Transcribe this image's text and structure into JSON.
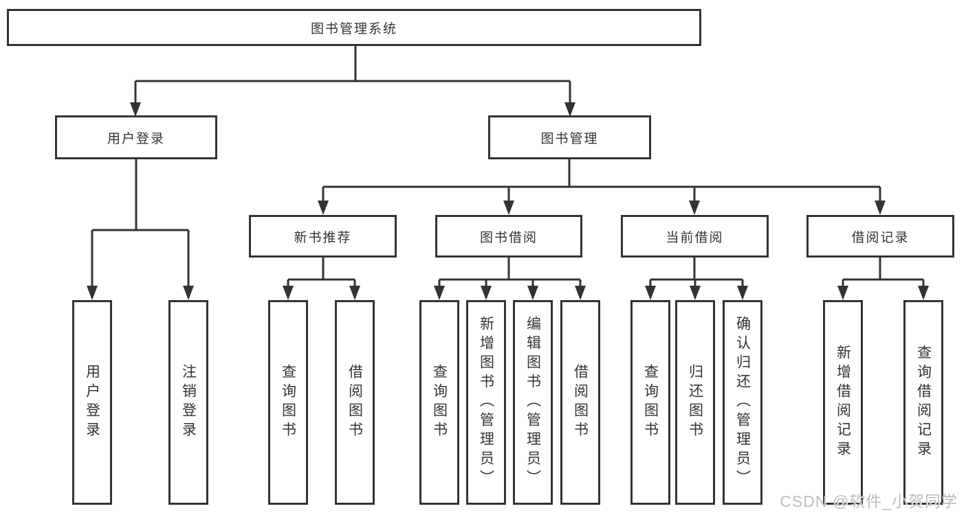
{
  "diagram": {
    "root": {
      "label": "图书管理系统"
    },
    "level2": [
      {
        "label": "用户登录"
      },
      {
        "label": "图书管理"
      }
    ],
    "level3": [
      {
        "label": "新书推荐"
      },
      {
        "label": "图书借阅"
      },
      {
        "label": "当前借阅"
      },
      {
        "label": "借阅记录"
      }
    ],
    "leaves": {
      "user_login": [
        "用户登录",
        "注销登录"
      ],
      "new_book": [
        "查询图书",
        "借阅图书"
      ],
      "book_borrow": [
        "查询图书",
        "新增图书（管理员）",
        "编辑图书（管理员）",
        "借阅图书"
      ],
      "current_borrow": [
        "查询图书",
        "归还图书",
        "确认归还（管理员）"
      ],
      "borrow_record": [
        "新增借阅记录",
        "查询借阅记录"
      ]
    },
    "colors": {
      "line": "#333333",
      "border": "#333333",
      "text": "#333333",
      "background": "#ffffff",
      "watermark": "#b9bdc1"
    }
  },
  "watermark": {
    "text": "CSDN @软件_小贺同学"
  }
}
